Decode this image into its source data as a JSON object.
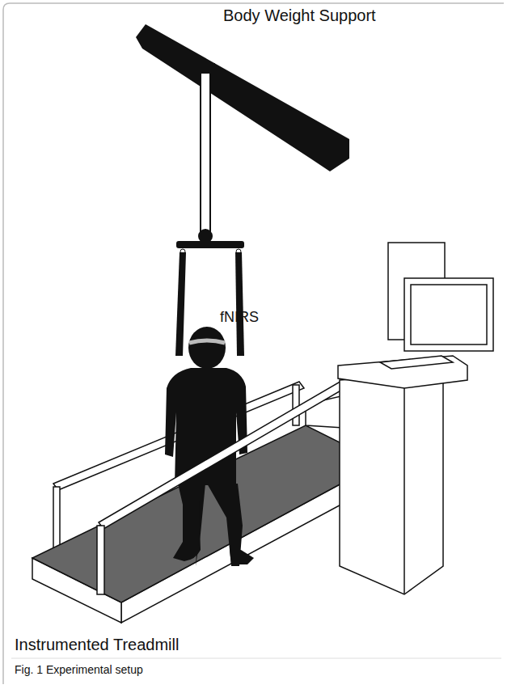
{
  "diagram": {
    "caption": "Fig. 1 Experimental setup",
    "labels": [
      "Body Weight Support",
      "fNIRS",
      "Instrumented Treadmill"
    ]
  }
}
